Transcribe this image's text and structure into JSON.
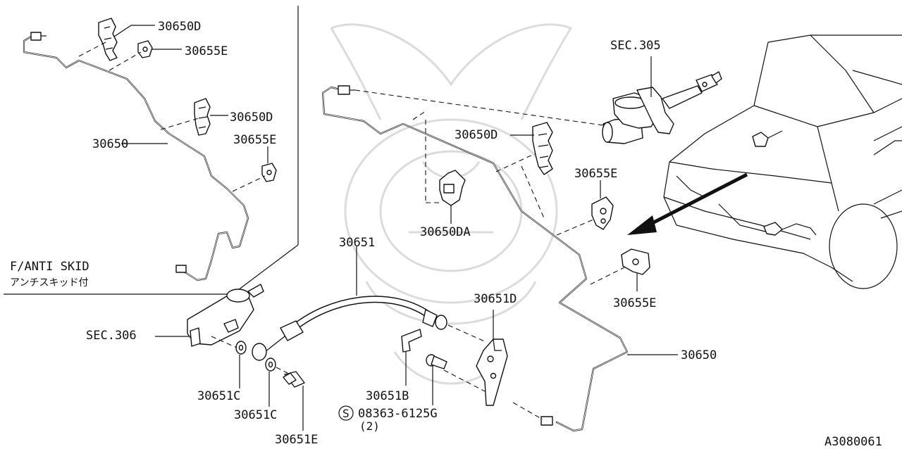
{
  "labels": {
    "clip_30650D_a": "30650D",
    "clip_30655E_a": "30655E",
    "clip_30650D_b": "30650D",
    "pipe_30650_inset": "30650",
    "clip_30655E_b": "30655E",
    "inset_caption": "F/ANTI SKID",
    "inset_caption_jp": "アンチスキッド付",
    "sec_305": "SEC.305",
    "clip_30650D_c": "30650D",
    "clip_30655E_c": "30655E",
    "clip_30650DA": "30650DA",
    "hose_30651": "30651",
    "bracket_30651D": "30651D",
    "clip_30655E_d": "30655E",
    "pipe_30650_main": "30650",
    "sec_306": "SEC.306",
    "washer_30651C_a": "30651C",
    "washer_30651C_b": "30651C",
    "clip_30651B": "30651B",
    "bolt_symbol": "S",
    "bolt_part": "08363-6125G",
    "bolt_qty": "(2)",
    "bolt_30651E": "30651E",
    "diagram_id": "A3080061"
  }
}
